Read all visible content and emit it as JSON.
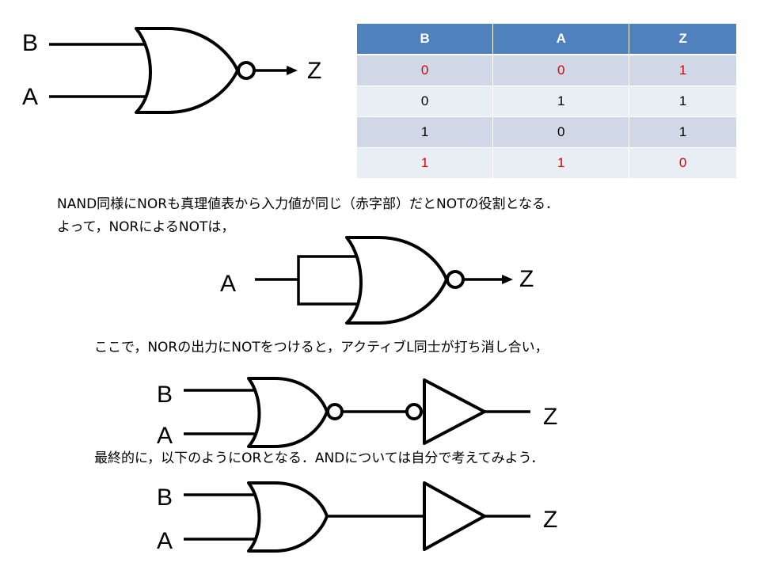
{
  "diagram1": {
    "input_b": "B",
    "input_a": "A",
    "output": "Z"
  },
  "truth_table": {
    "headers": [
      "B",
      "A",
      "Z"
    ],
    "rows": [
      {
        "cells": [
          "0",
          "0",
          "1"
        ],
        "highlight": true
      },
      {
        "cells": [
          "0",
          "1",
          "1"
        ],
        "highlight": false
      },
      {
        "cells": [
          "1",
          "0",
          "1"
        ],
        "highlight": false
      },
      {
        "cells": [
          "1",
          "1",
          "0"
        ],
        "highlight": true
      }
    ],
    "header_color": "#4f81bd",
    "row_color_odd": "#d0d8e8",
    "row_color_even": "#e9edf4",
    "highlight_color": "#e00000"
  },
  "text": {
    "line1": "NAND同様にNORも真理値表から入力値が同じ（赤字部）だとNOTの役割となる．",
    "line2": "よって，NORによるNOTは，",
    "line3": "ここで，NORの出力にNOTをつけると，アクティブL同士が打ち消し合い，",
    "line4": "最終的に，以下のようにORとなる．ANDについては自分で考えてみよう．"
  },
  "diagram2": {
    "input_a": "A",
    "output": "Z"
  },
  "diagram3": {
    "input_b": "B",
    "input_a": "A",
    "output": "Z"
  },
  "diagram4": {
    "input_b": "B",
    "input_a": "A",
    "output": "Z"
  }
}
